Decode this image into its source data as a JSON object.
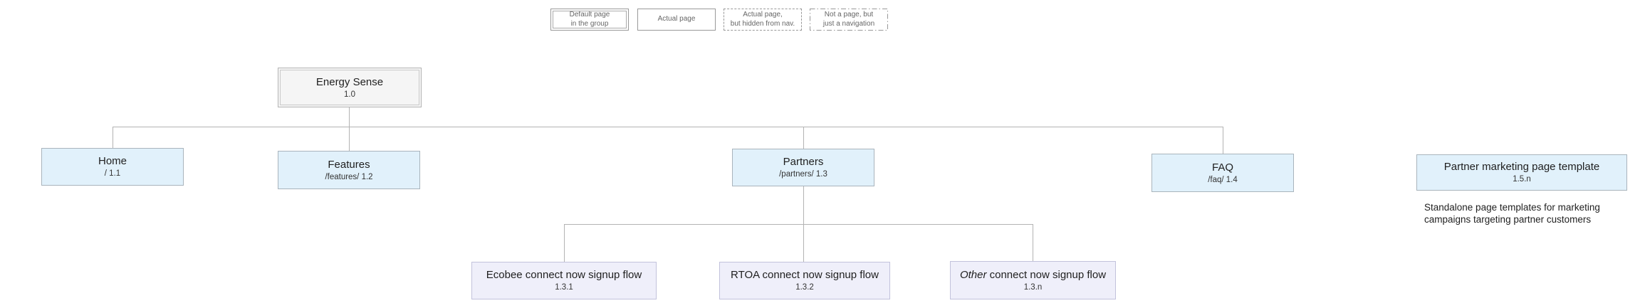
{
  "legend": {
    "items": [
      {
        "line1": "Default page",
        "line2": "in the group",
        "style": "double"
      },
      {
        "line1": "Actual page",
        "line2": "",
        "style": "solid"
      },
      {
        "line1": "Actual page,",
        "line2": "but hidden from nav.",
        "style": "dashed"
      },
      {
        "line1": "Not a page, but",
        "line2": "just a navigation",
        "style": "dashdot"
      }
    ]
  },
  "nodes": {
    "root": {
      "title": "Energy Sense",
      "meta": "1.0"
    },
    "home": {
      "title": "Home",
      "meta": "/ 1.1"
    },
    "features": {
      "title": "Features",
      "meta": "/features/ 1.2"
    },
    "partners": {
      "title": "Partners",
      "meta": "/partners/ 1.3"
    },
    "faq": {
      "title": "FAQ",
      "meta": "/faq/ 1.4"
    },
    "template": {
      "title": "Partner marketing page template",
      "meta": "1.5.n"
    },
    "ecobee": {
      "title": "Ecobee connect now signup flow",
      "meta": "1.3.1"
    },
    "rtoa": {
      "title": "RTOA connect now signup flow",
      "meta": "1.3.2"
    },
    "other": {
      "title_em": "Other",
      "title_rest": " connect now signup flow",
      "meta": "1.3.n"
    }
  },
  "note": {
    "line1": "Standalone page templates for marketing",
    "line2": "campaigns targeting partner customers"
  },
  "colors": {
    "canvas-bg": "#ffffff",
    "line": "#b3b3b3",
    "box-gray-fill": "#f5f5f5",
    "box-gray-border": "#b3b3b3",
    "box-blue-fill": "#e1f1fb",
    "box-blue-border": "#a9b4bc",
    "box-purple-fill": "#efeffa",
    "box-purple-border": "#c2c2dc",
    "legend-border": "#999999",
    "legend-text": "#666666",
    "text": "#1f1f1f"
  }
}
